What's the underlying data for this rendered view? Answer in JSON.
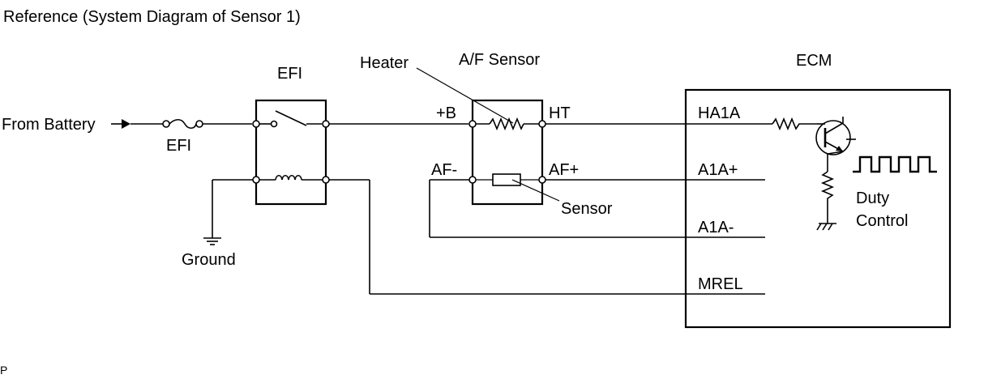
{
  "title": "Reference (System Diagram of Sensor 1)",
  "footer_mark": "P",
  "labels": {
    "from_battery": "From Battery",
    "fuse_efi": "EFI",
    "relay_efi": "EFI",
    "ground": "Ground",
    "af_sensor": "A/F Sensor",
    "heater": "Heater",
    "sensor": "Sensor",
    "plus_b": "+B",
    "af_minus": "AF-",
    "ht": "HT",
    "af_plus": "AF+",
    "ecm": "ECM",
    "ha1a": "HA1A",
    "a1a_plus": "A1A+",
    "a1a_minus": "A1A-",
    "mrel": "MREL",
    "duty": "Duty",
    "control": "Control"
  }
}
